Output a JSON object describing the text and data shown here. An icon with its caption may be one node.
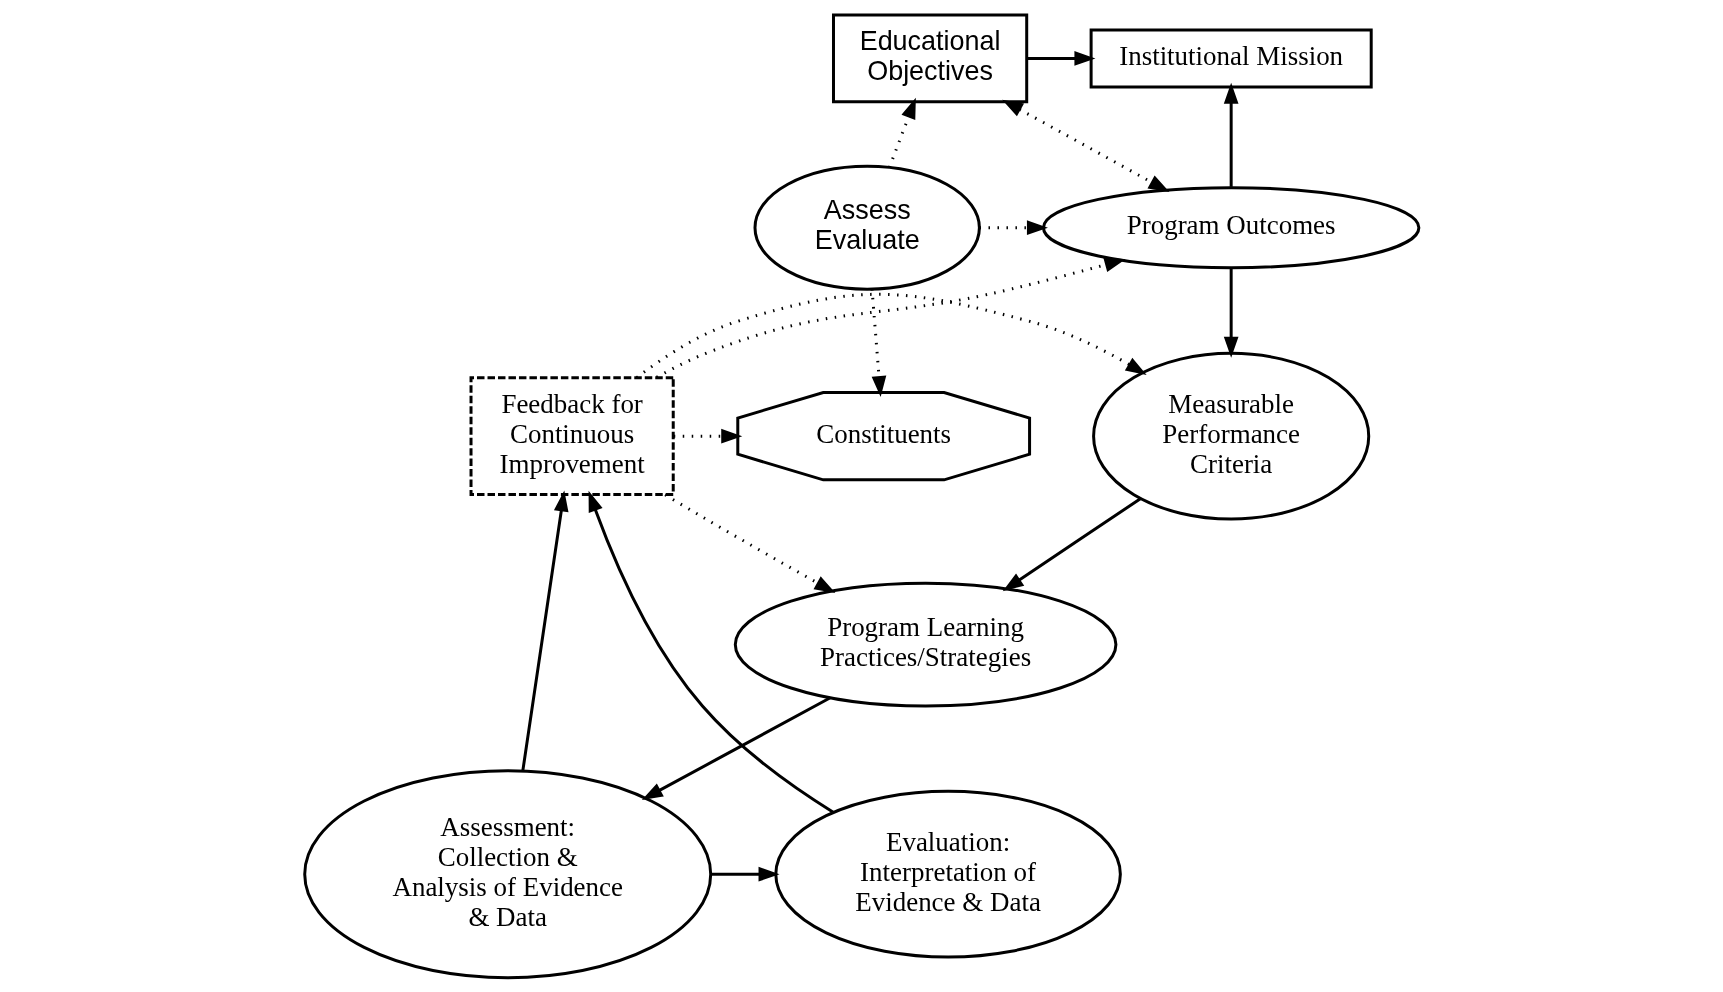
{
  "diagram": {
    "nodes": [
      {
        "text": [
          "Educational Objectives"
        ]
      },
      {
        "text": [
          "Institutional Mission"
        ]
      },
      {
        "text": [
          "Assess Evaluate"
        ]
      },
      {
        "text": [
          "Program Outcomes"
        ]
      },
      {
        "text": [
          "Measurable Performance Criteria"
        ]
      },
      {
        "text": [
          "Constituents"
        ]
      },
      {
        "text": [
          "Feedback for Continuous Improvement"
        ]
      },
      {
        "text": [
          "Program Learning Practices/Strategies"
        ]
      },
      {
        "text": [
          "Evaluation: Interpretation of Evidence & Data"
        ]
      },
      {
        "text": [
          "Assessment: Collection & Analysis of Evidence & Data"
        ]
      }
    ],
    "edges": [
      {
        "from": 0,
        "to": 1,
        "arrow": "to"
      },
      {
        "from": 3,
        "to": 1,
        "arrow": "to"
      },
      {
        "from": 0,
        "to": 3,
        "arrow": "both",
        "style": "dashed"
      },
      {
        "from": 2,
        "to": 0,
        "arrow": "to",
        "style": "dashed"
      },
      {
        "from": 2,
        "to": 3,
        "arrow": "to",
        "style": "dashed"
      },
      {
        "from": 2,
        "to": 5,
        "arrow": "to",
        "style": "dashed"
      },
      {
        "from": 3,
        "to": 4,
        "arrow": "to"
      },
      {
        "from": 4,
        "to": 7,
        "arrow": "to"
      },
      {
        "from": 7,
        "to": 9,
        "arrow": "to"
      },
      {
        "from": 9,
        "to": 8,
        "arrow": "to"
      },
      {
        "from": 8,
        "to": 6,
        "arrow": "to"
      },
      {
        "from": 9,
        "to": 6,
        "arrow": "to"
      },
      {
        "from": 6,
        "to": 3,
        "arrow": "to",
        "style": "dashed"
      },
      {
        "from": 6,
        "to": 4,
        "arrow": "to",
        "style": "dashed"
      },
      {
        "from": 6,
        "to": 5,
        "arrow": "to",
        "style": "dashed"
      },
      {
        "from": 6,
        "to": 7,
        "arrow": "to",
        "style": "dashed"
      }
    ]
  }
}
